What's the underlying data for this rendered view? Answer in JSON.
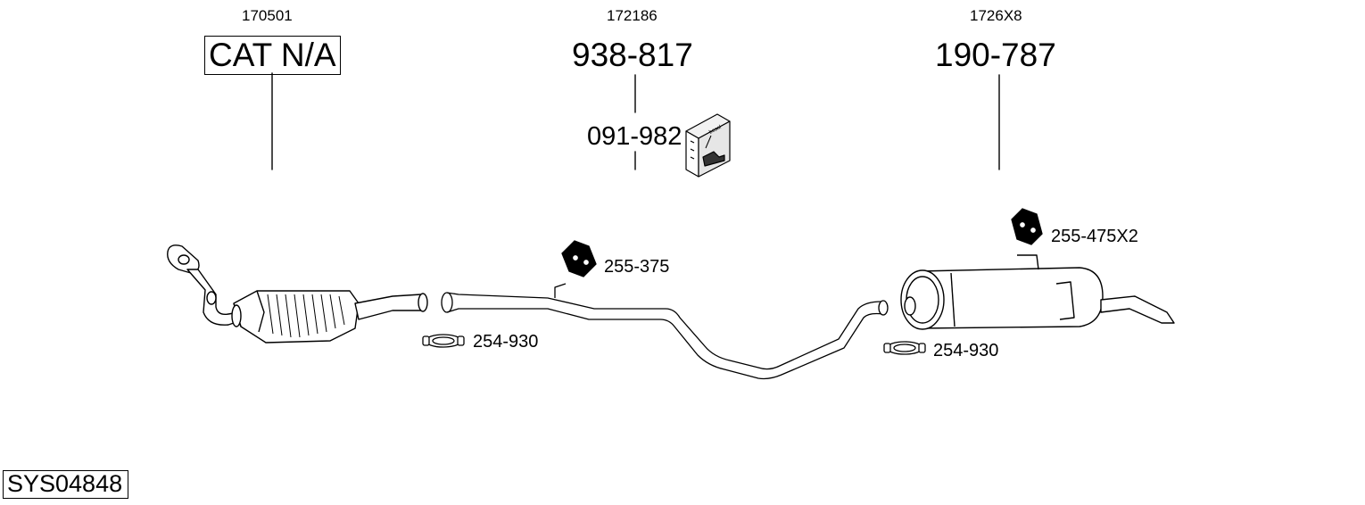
{
  "system": {
    "code": "SYS04848"
  },
  "columns": [
    {
      "ref": "170501",
      "part": "CAT N/A"
    },
    {
      "ref": "172186",
      "part": "938-817"
    },
    {
      "ref": "1726X8",
      "part": "190-787"
    }
  ],
  "mounting_kit": {
    "part": "091-982",
    "box_brand": "bosal"
  },
  "accessories": {
    "hanger_middle": "255-375",
    "hanger_rear": "255-475X2",
    "clamp_front": "254-930",
    "clamp_rear": "254-930"
  }
}
